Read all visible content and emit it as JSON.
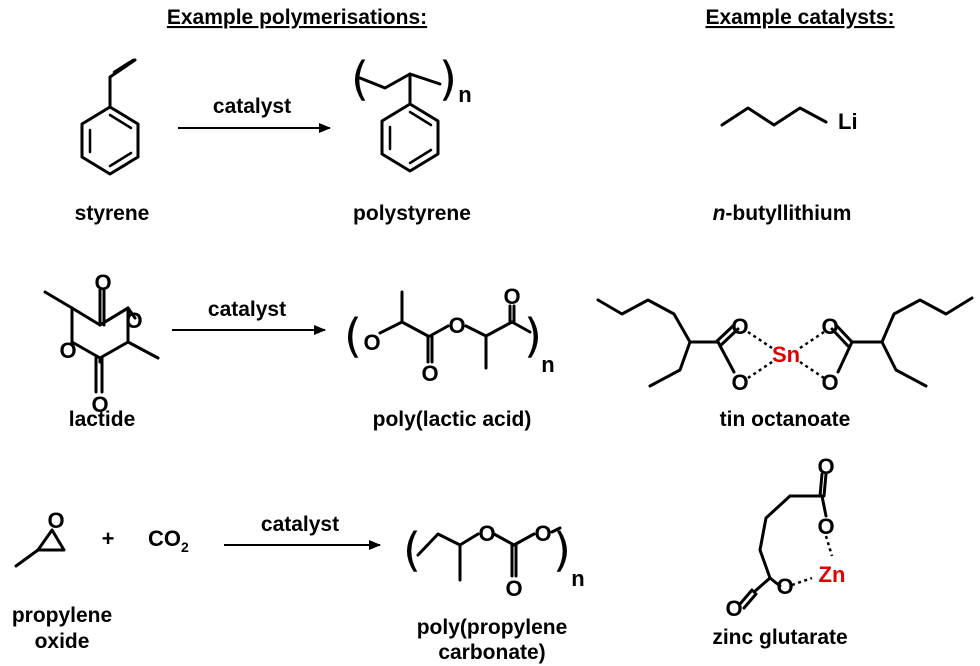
{
  "headings": {
    "polymerisations": "Example polymerisations:",
    "catalysts": "Example catalysts:"
  },
  "row1": {
    "monomer": "styrene",
    "arrow_label": "catalyst",
    "polymer": "polystyrene"
  },
  "row2": {
    "monomer": "lactide",
    "arrow_label": "catalyst",
    "polymer": "poly(lactic acid)"
  },
  "row3": {
    "monomer_line1": "propylene",
    "monomer_line2": "oxide",
    "plus": "+",
    "co2_main": "CO",
    "co2_sub": "2",
    "arrow_label": "catalyst",
    "polymer_line1": "poly(propylene",
    "polymer_line2": "carbonate)"
  },
  "catalysts": {
    "butyllithium_prefix": "n",
    "butyllithium_name": "-butyllithium",
    "tin": "tin octanoate",
    "zinc": "zinc glutarate"
  },
  "atoms": {
    "o": "O",
    "n": "n",
    "li": "Li",
    "sn": "Sn",
    "zn": "Zn"
  },
  "colors": {
    "metal": "#e00000",
    "bond": "#000000"
  }
}
